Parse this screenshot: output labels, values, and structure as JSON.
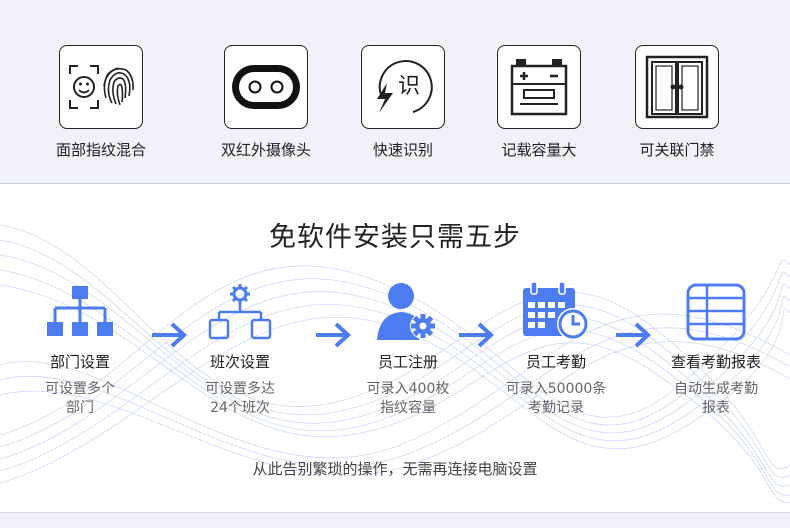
{
  "features": [
    {
      "label": "面部指纹混合",
      "icon": "face-fingerprint-icon"
    },
    {
      "label": "双红外摄像头",
      "icon": "dual-camera-icon"
    },
    {
      "label": "快速识别",
      "icon": "fast-recognition-icon"
    },
    {
      "label": "记载容量大",
      "icon": "large-capacity-icon"
    },
    {
      "label": "可关联门禁",
      "icon": "door-access-icon"
    }
  ],
  "steps_section": {
    "title": "免软件安装只需五步",
    "steps": [
      {
        "name": "部门设置",
        "desc1": "可设置多个",
        "desc2": "部门",
        "icon": "org-chart-icon"
      },
      {
        "name": "班次设置",
        "desc1": "可设置多达",
        "desc2": "24个班次",
        "icon": "shift-settings-icon"
      },
      {
        "name": "员工注册",
        "desc1": "可录入400枚",
        "desc2": "指纹容量",
        "icon": "user-gear-icon"
      },
      {
        "name": "员工考勤",
        "desc1": "可录入50000条",
        "desc2": "考勤记录",
        "icon": "calendar-clock-icon"
      },
      {
        "name": "查看考勤报表",
        "desc1": "自动生成考勤",
        "desc2": "报表",
        "icon": "report-table-icon"
      }
    ],
    "footer": "从此告别繁琐的操作，无需再连接电脑设置"
  },
  "colors": {
    "accent": "#4d7cf0",
    "border": "#222222",
    "top_bg": "#f0f1f9"
  }
}
